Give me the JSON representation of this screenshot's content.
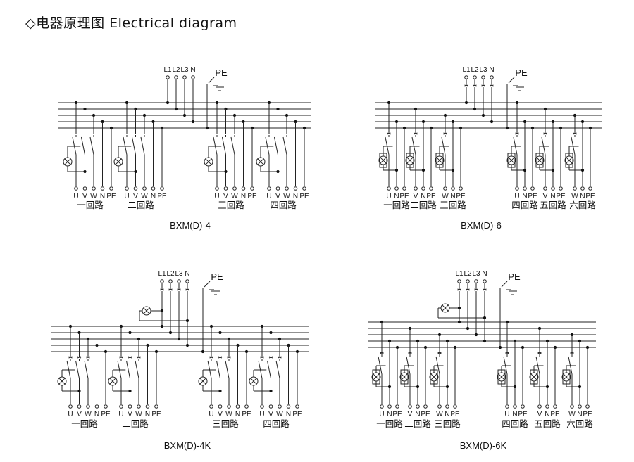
{
  "title": "◇电器原理图 Electrical diagram",
  "source_labels": [
    "L1",
    "L2",
    "L3",
    "N"
  ],
  "pe_label": "PE",
  "diagrams": [
    {
      "id": "bxm-d-4",
      "caption": "BXM(D)-4",
      "has_main_switch": false,
      "has_main_lamp": false,
      "circuits": [
        {
          "type": "3p",
          "terminals": [
            "U",
            "V",
            "W",
            "N",
            "PE"
          ],
          "name": "一回路"
        },
        {
          "type": "3p",
          "terminals": [
            "U",
            "V",
            "W",
            "N",
            "PE"
          ],
          "name": "二回路"
        },
        {
          "type": "3p",
          "terminals": [
            "U",
            "V",
            "W",
            "N",
            "PE"
          ],
          "name": "三回路"
        },
        {
          "type": "3p",
          "terminals": [
            "U",
            "V",
            "W",
            "N",
            "PE"
          ],
          "name": "四回路"
        }
      ]
    },
    {
      "id": "bxm-d-6",
      "caption": "BXM(D)-6",
      "has_main_switch": true,
      "has_main_lamp": false,
      "circuits": [
        {
          "type": "1p",
          "terminals": [
            "U",
            "N",
            "PE"
          ],
          "name": "一回路"
        },
        {
          "type": "1p",
          "terminals": [
            "V",
            "N",
            "PE"
          ],
          "name": "二回路"
        },
        {
          "type": "1p",
          "terminals": [
            "W",
            "N",
            "PE"
          ],
          "name": "三回路"
        },
        {
          "type": "1p",
          "terminals": [
            "U",
            "N",
            "PE"
          ],
          "name": "四回路"
        },
        {
          "type": "1p",
          "terminals": [
            "V",
            "N",
            "PE"
          ],
          "name": "五回路"
        },
        {
          "type": "1p",
          "terminals": [
            "W",
            "N",
            "PE"
          ],
          "name": "六回路"
        }
      ]
    },
    {
      "id": "bxm-d-4k",
      "caption": "BXM(D)-4K",
      "has_main_switch": true,
      "has_main_lamp": true,
      "circuits": [
        {
          "type": "3p",
          "terminals": [
            "U",
            "V",
            "W",
            "N",
            "PE"
          ],
          "name": "一回路"
        },
        {
          "type": "3p",
          "terminals": [
            "U",
            "V",
            "W",
            "N",
            "PE"
          ],
          "name": "二回路"
        },
        {
          "type": "3p",
          "terminals": [
            "U",
            "V",
            "W",
            "N",
            "PE"
          ],
          "name": "三回路"
        },
        {
          "type": "3p",
          "terminals": [
            "U",
            "V",
            "W",
            "N",
            "PE"
          ],
          "name": "四回路"
        }
      ]
    },
    {
      "id": "bxm-d-6k",
      "caption": "BXM(D)-6K",
      "has_main_switch": true,
      "has_main_lamp": true,
      "circuits": [
        {
          "type": "1p",
          "terminals": [
            "U",
            "N",
            "PE"
          ],
          "name": "一回路"
        },
        {
          "type": "1p",
          "terminals": [
            "V",
            "N",
            "PE"
          ],
          "name": "二回路"
        },
        {
          "type": "1p",
          "terminals": [
            "W",
            "N",
            "PE"
          ],
          "name": "三回路"
        },
        {
          "type": "1p",
          "terminals": [
            "U",
            "N",
            "PE"
          ],
          "name": "四回路"
        },
        {
          "type": "1p",
          "terminals": [
            "V",
            "N",
            "PE"
          ],
          "name": "五回路"
        },
        {
          "type": "1p",
          "terminals": [
            "W",
            "N",
            "PE"
          ],
          "name": "六回路"
        }
      ]
    }
  ]
}
